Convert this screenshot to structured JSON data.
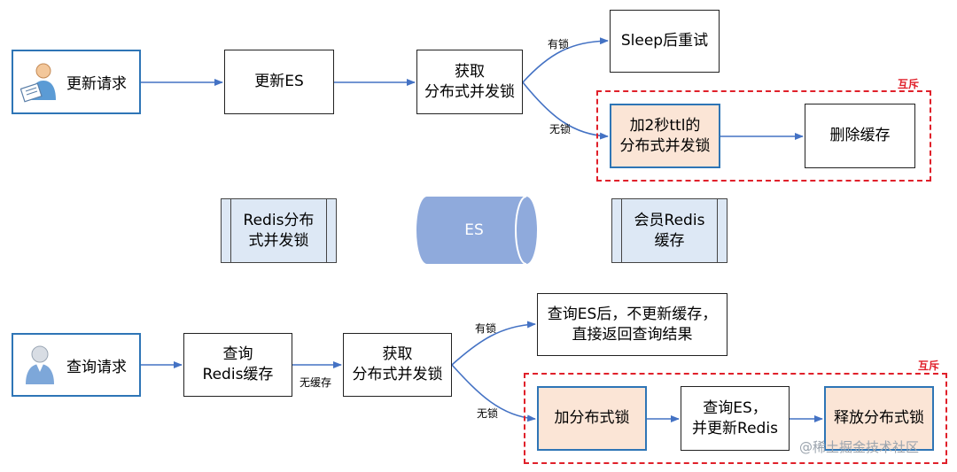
{
  "nodes": {
    "update_request": "更新请求",
    "update_es": "更新ES",
    "acquire_lock_top": "获取\n分布式并发锁",
    "sleep_retry": "Sleep后重试",
    "add_ttl_lock": "加2秒ttl的\n分布式并发锁",
    "delete_cache": "删除缓存",
    "query_request": "查询请求",
    "query_redis_cache": "查询\nRedis缓存",
    "acquire_lock_bottom": "获取\n分布式并发锁",
    "query_es_no_update": "查询ES后，不更新缓存，\n直接返回查询结果",
    "add_lock": "加分布式锁",
    "query_es_update_redis": "查询ES，\n并更新Redis",
    "release_lock": "释放分布式锁"
  },
  "legend": {
    "redis_lock": "Redis分布\n式并发锁",
    "es": "ES",
    "member_redis": "会员Redis\n缓存"
  },
  "edge_labels": {
    "has_lock_top": "有锁",
    "no_lock_top": "无锁",
    "no_cache": "无缓存",
    "has_lock_bottom": "有锁",
    "no_lock_bottom": "无锁"
  },
  "mutex_label_top": "互斥",
  "mutex_label_bottom": "互斥",
  "watermark": "@稀土掘金技术社区",
  "colors": {
    "arrow": "#4472c4",
    "box_border_blue": "#2e75b6",
    "highlight_fill": "#fbe5d6",
    "mutex_border": "#e0202a",
    "legend_fill": "#dde8f5",
    "cylinder_fill": "#8faadc"
  },
  "icons": {
    "update_request": "user-with-document-icon",
    "query_request": "user-icon"
  }
}
